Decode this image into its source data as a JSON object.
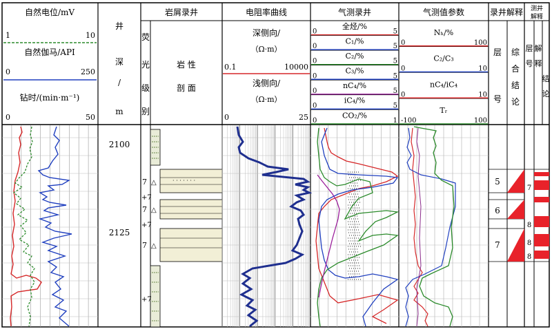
{
  "col_sp": {
    "sp_title": "自然电位/mV",
    "sp_min": "1",
    "sp_max": "10",
    "gr_title": "自然伽马/API",
    "gr_min": "0",
    "gr_max": "250",
    "rop_title": "钻时/(min·m⁻¹)",
    "rop_min": "0",
    "rop_max": "50"
  },
  "col_depth": {
    "title_chars": [
      "井",
      "深",
      "/",
      "m"
    ],
    "depth_labels": [
      "2100",
      "2125"
    ]
  },
  "col_cuttings": {
    "title": "岩屑录井",
    "fluor_chars": [
      "荧",
      "光",
      "级",
      "别"
    ],
    "litho_line1": "岩 性",
    "litho_line2": "剖 面",
    "fluor_marks": [
      "7",
      "+7",
      "7",
      "+7",
      "7",
      "+7"
    ]
  },
  "col_resist": {
    "title": "电阻率曲线",
    "deep_label": "深侧向/",
    "deep_unit": "（Ω·m）",
    "deep_min": "0.1",
    "deep_max": "10000",
    "shallow_label": "浅侧向/",
    "shallow_unit": "（Ω·m）",
    "shallow_min": "0",
    "shallow_max": "25"
  },
  "col_gas": {
    "title": "气测录井",
    "tracks": [
      {
        "label": "全烃/%",
        "min": "0",
        "max": "5",
        "color": "#d62728"
      },
      {
        "label": "C₁/%",
        "min": "0",
        "max": "5",
        "color": "#1f3fbf"
      },
      {
        "label": "C₂/%",
        "min": "0",
        "max": "5",
        "color": "#2a8a2a"
      },
      {
        "label": "C₃/%",
        "min": "0",
        "max": "5",
        "color": "#1f3fbf"
      },
      {
        "label": "nC₄/%",
        "min": "0",
        "max": "5",
        "color": "#9b1f9b"
      },
      {
        "label": "iC₄/%",
        "min": "0",
        "max": "5",
        "color": "#1f3fbf"
      },
      {
        "label": "CO₂/%",
        "min": "0",
        "max": "1",
        "color": "#2a8a2a"
      }
    ]
  },
  "col_ratio": {
    "title": "气测值参数",
    "tracks": [
      {
        "label": "Nₕ/%",
        "min": "0",
        "max": "100",
        "color": "#d62728"
      },
      {
        "label": "C₂/C₃",
        "min": "0",
        "max": "10",
        "color": "#1f3fbf"
      },
      {
        "label": "nC₄/iC₄",
        "min": "0",
        "max": "10",
        "color": "#d62728"
      },
      {
        "label": "Tᵣ",
        "min": "-100",
        "max": "100",
        "color": "#2a8a2a"
      }
    ]
  },
  "col_interp": {
    "mud_title": "录井解释",
    "layer_chars": [
      "层",
      "号"
    ],
    "concl_chars": [
      "综",
      "合",
      "结",
      "论"
    ],
    "layer_numbers": [
      "5",
      "6",
      "7"
    ]
  },
  "col_logint": {
    "title_chars": [
      "测井",
      "解释"
    ],
    "layer_chars": [
      "层",
      "号"
    ],
    "concl_chars": [
      "解",
      "释",
      "结",
      "论"
    ],
    "layer_numbers": [
      "7",
      "8",
      "8",
      "8"
    ]
  },
  "colors": {
    "sp": "#d62728",
    "gr": "#2a8a2a",
    "rop": "#1f3fbf",
    "deep": "#1f2f8f",
    "shallow": "#1f2f8f",
    "sand": "#f2efd6",
    "mud": "#cfd6b8",
    "interp": "#e8222a"
  }
}
